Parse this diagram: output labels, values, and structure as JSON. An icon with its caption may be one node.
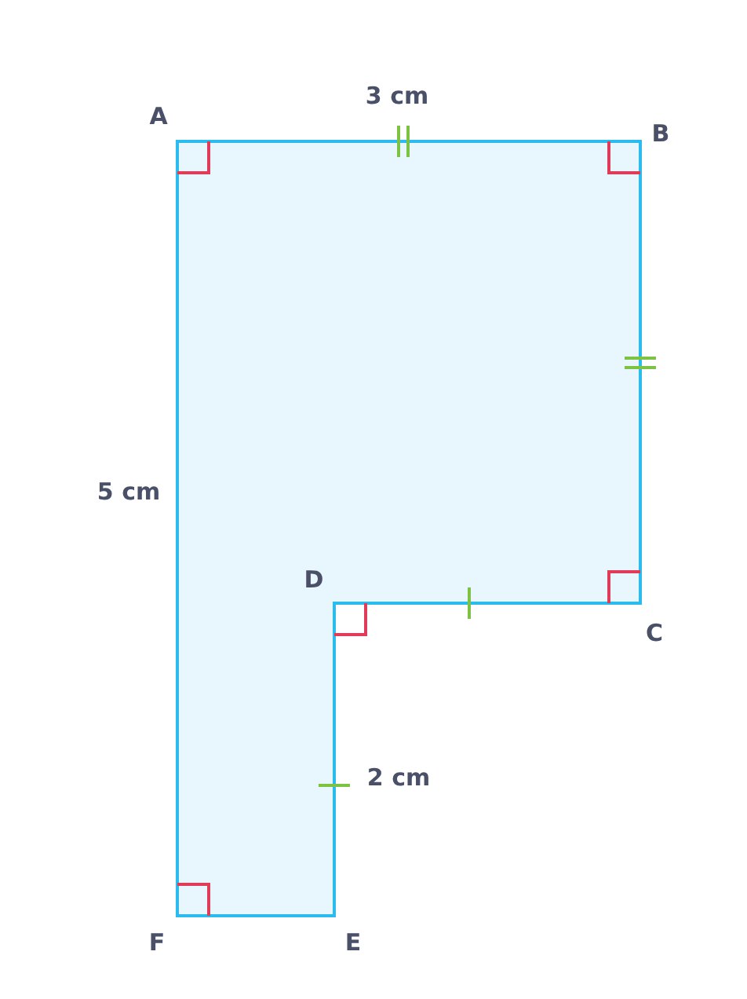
{
  "diagram": {
    "labels": [
      "A",
      "3 cm",
      "B",
      "5 cm",
      "D",
      "C",
      "2 cm",
      "F",
      "E"
    ]
  }
}
